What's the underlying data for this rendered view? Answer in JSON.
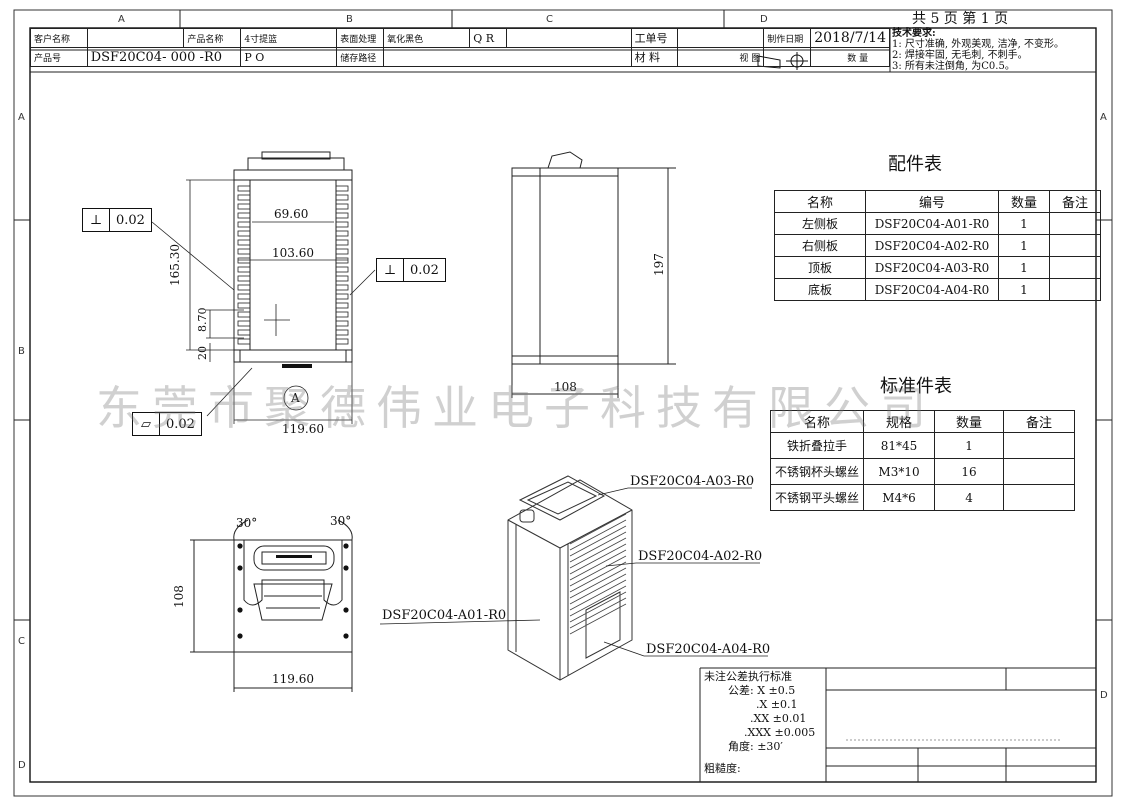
{
  "title_block": {
    "customer_label": "客户名称",
    "customer_value": "",
    "product_name_label": "产品名称",
    "product_name_value": "4寸提篮",
    "surface_label": "表面处理",
    "surface_value": "氧化黑色",
    "qr_label": "Q R",
    "work_order_label": "工单号",
    "work_order_value": "",
    "date_label": "制作日期",
    "date_value": "2018/7/14",
    "product_no_label": "产品号",
    "product_no_value": "DSF20C04- 000 -R0",
    "po_label": "P O",
    "storage_label": "储存路径",
    "material_label": "材 料",
    "view_label": "视 图",
    "qty_label": "数 量",
    "pages": "共 5 页  第 1 页"
  },
  "tech_requirements": {
    "heading": "技术要求:",
    "items": [
      "1: 尺寸准确, 外观美观, 洁净, 不变形。",
      "2: 焊接牢固, 无毛刺, 不刺手。",
      "3: 所有未注倒角, 为C0.5。"
    ]
  },
  "zones": {
    "columns": [
      "A",
      "B",
      "C",
      "D"
    ],
    "rows": [
      "A",
      "B",
      "C",
      "D"
    ]
  },
  "front_view": {
    "dims": {
      "inner_width": "69.60",
      "outer_width": "103.60",
      "height": "165.30",
      "pitch": "8.70",
      "bottom": "20",
      "base_width": "119.60"
    },
    "fcf_left": {
      "symbol": "⊥",
      "value": "0.02"
    },
    "fcf_right": {
      "symbol": "⊥",
      "value": "0.02"
    },
    "fcf_flat": {
      "symbol": "▱",
      "value": "0.02"
    },
    "detail_label": "A"
  },
  "side_view": {
    "dims": {
      "height": "197",
      "depth": "108"
    }
  },
  "top_view": {
    "dims": {
      "angle_left": "30°",
      "angle_right": "30°",
      "depth": "108",
      "width": "119.60"
    }
  },
  "iso_labels": {
    "a03": "DSF20C04-A03-R0",
    "a02": "DSF20C04-A02-R0",
    "a01": "DSF20C04-A01-R0",
    "a04": "DSF20C04-A04-R0"
  },
  "parts_table": {
    "title": "配件表",
    "headers": [
      "名称",
      "编号",
      "数量",
      "备注"
    ],
    "rows": [
      {
        "name": "左侧板",
        "code": "DSF20C04-A01-R0",
        "qty": "1",
        "note": ""
      },
      {
        "name": "右侧板",
        "code": "DSF20C04-A02-R0",
        "qty": "1",
        "note": ""
      },
      {
        "name": "顶板",
        "code": "DSF20C04-A03-R0",
        "qty": "1",
        "note": ""
      },
      {
        "name": "底板",
        "code": "DSF20C04-A04-R0",
        "qty": "1",
        "note": ""
      }
    ]
  },
  "std_table": {
    "title": "标准件表",
    "headers": [
      "名称",
      "规格",
      "数量",
      "备注"
    ],
    "rows": [
      {
        "name": "铁折叠拉手",
        "spec": "81*45",
        "qty": "1",
        "note": ""
      },
      {
        "name": "不锈钢杯头螺丝",
        "spec": "M3*10",
        "qty": "16",
        "note": ""
      },
      {
        "name": "不锈钢平头螺丝",
        "spec": "M4*6",
        "qty": "4",
        "note": ""
      }
    ]
  },
  "tolerance": {
    "heading": "未注公差执行标准",
    "lines": [
      "公差: X  ±0.5",
      ".X ±0.1",
      ".XX ±0.01",
      ".XXX ±0.005",
      "角度: ±30′"
    ],
    "roughness": "粗糙度:"
  },
  "watermark": "东莞市聚德伟业电子科技有限公司"
}
